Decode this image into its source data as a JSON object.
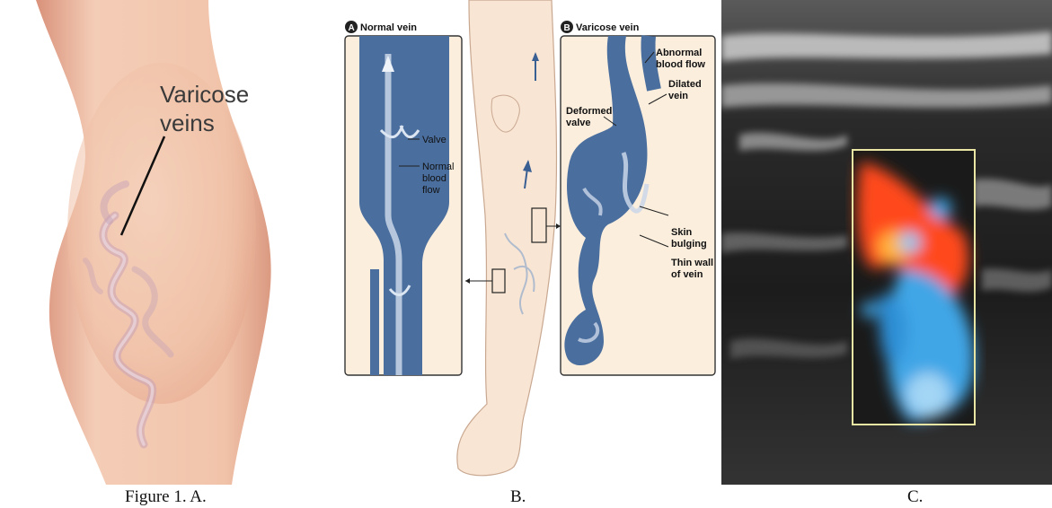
{
  "panel_a": {
    "label": "Varicose\nveins",
    "label_lines": [
      "Varicose",
      "veins"
    ]
  },
  "panel_b": {
    "normal_title_marker": "A",
    "normal_title": "Normal vein",
    "varicose_title_marker": "B",
    "varicose_title": "Varicose vein",
    "labels": {
      "valve": "Valve",
      "normal_flow": [
        "Normal",
        "blood",
        "flow"
      ],
      "abnormal_flow": [
        "Abnormal",
        "blood flow"
      ],
      "dilated": [
        "Dilated",
        "vein"
      ],
      "deformed": [
        "Deformed",
        "valve"
      ],
      "skin": [
        "Skin",
        "bulging"
      ],
      "thin_wall": [
        "Thin wall",
        "of vein"
      ]
    }
  },
  "captions": {
    "a": "Figure 1. A.",
    "b": "B.",
    "c": "C."
  },
  "colors": {
    "skin": "#f2c8ae",
    "vein_blue": "#4a6e9e",
    "doppler_red": "#ff4a1c",
    "doppler_blue": "#3fa6e6",
    "panel_bg": "#fbeedd"
  }
}
